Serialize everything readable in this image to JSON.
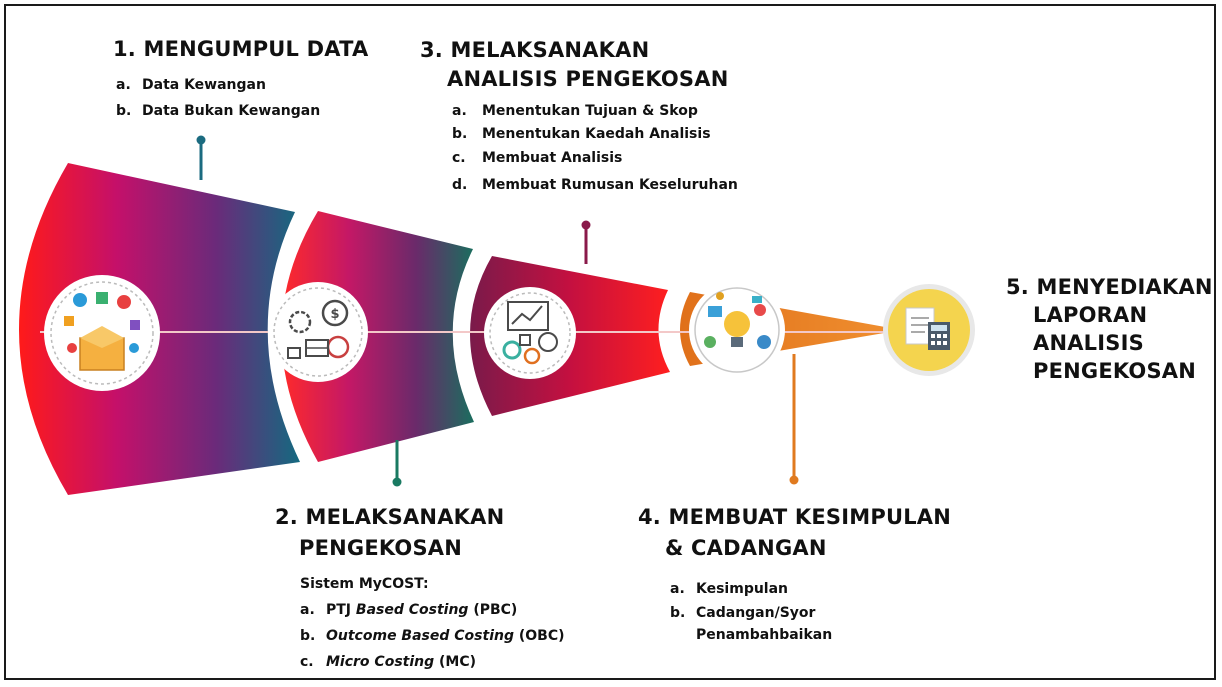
{
  "steps": [
    {
      "title": "1. MENGUMPUL DATA",
      "items": [
        {
          "label": "a.",
          "text": "Data Kewangan"
        },
        {
          "label": "b.",
          "text": "Data Bukan Kewangan"
        }
      ],
      "color": "#1b6b80",
      "icon": "gift-box-icons-icon"
    },
    {
      "title_line1": "2. MELAKSANAKAN",
      "title_line2": "PENGEKOSAN",
      "system_label": "Sistem MyCOST:",
      "items": [
        {
          "label": "a.",
          "pre": "PTJ ",
          "italic": "Based Costing",
          "post": " (PBC)"
        },
        {
          "label": "b.",
          "pre": "",
          "italic": "Outcome Based Costing",
          "post": " (OBC)"
        },
        {
          "label": "c.",
          "pre": "",
          "italic": "Micro Costing",
          "post": " (MC)"
        }
      ],
      "color": "#1a7a62",
      "icon": "costing-gears-icon"
    },
    {
      "title_line1": "3. MELAKSANAKAN",
      "title_line2": "ANALISIS PENGEKOSAN",
      "items": [
        {
          "label": "a.",
          "text": "Menentukan Tujuan & Skop"
        },
        {
          "label": "b.",
          "text": "Menentukan Kaedah Analisis"
        },
        {
          "label": "c.",
          "text": "Membuat Analisis"
        },
        {
          "label": "d.",
          "text": "Membuat Rumusan Keseluruhan"
        }
      ],
      "color": "#8a1a4a",
      "icon": "analysis-chart-icon"
    },
    {
      "title_line1": "4. MEMBUAT KESIMPULAN",
      "title_line2": "& CADANGAN",
      "items": [
        {
          "label": "a.",
          "text": "Kesimpulan"
        },
        {
          "label": "b.",
          "text": "Cadangan/Syor",
          "text2": "Penambahbaikan"
        }
      ],
      "color": "#e07a1f",
      "icon": "lightbulb-idea-icon"
    },
    {
      "title_lines": [
        "5. MENYEDIAKAN",
        "LAPORAN",
        "ANALISIS",
        "PENGEKOSAN"
      ],
      "color": "#f2d24b",
      "icon": "report-calculator-icon"
    }
  ]
}
